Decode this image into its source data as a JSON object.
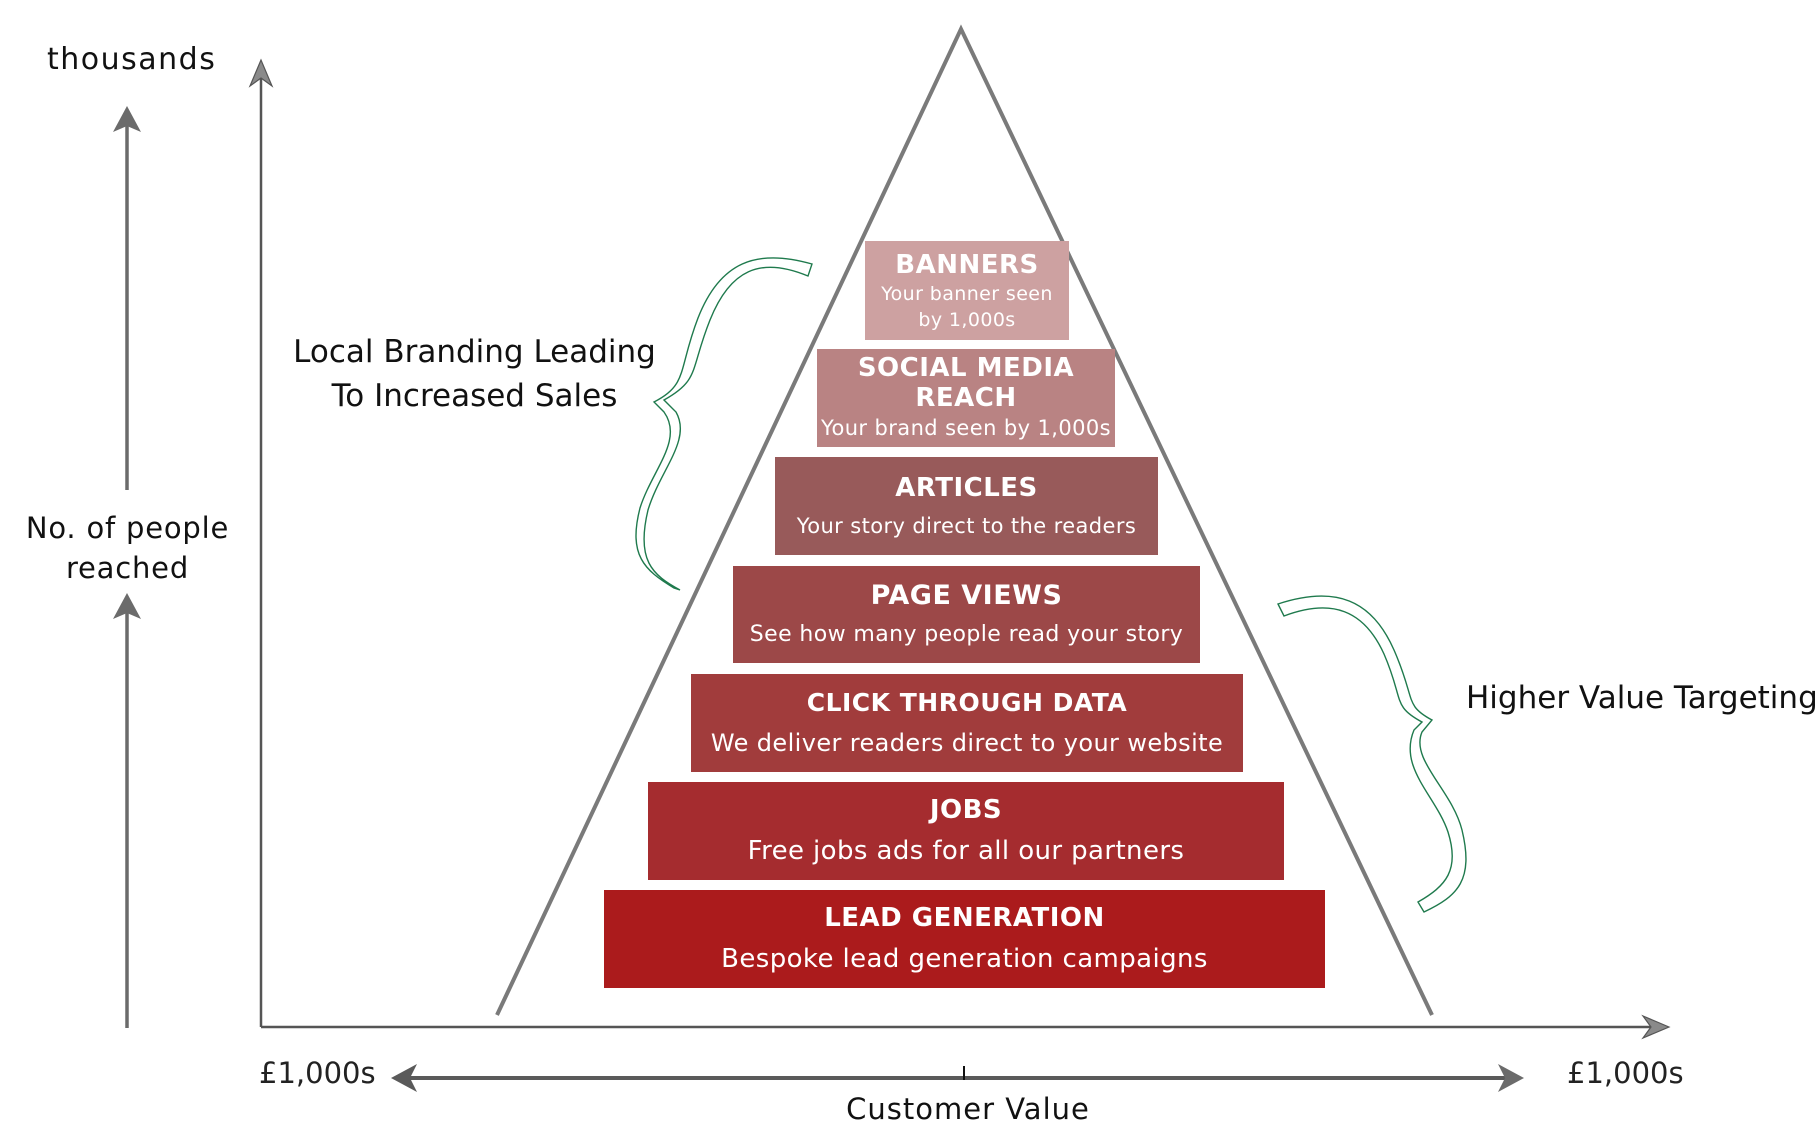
{
  "y_axis": {
    "top_label": "thousands",
    "side_label_line1": "No. of people",
    "side_label_line2": "reached"
  },
  "x_axis": {
    "left_label": "£1,000s",
    "right_label": "£1,000s",
    "title": "Customer Value"
  },
  "annotations": {
    "left_line1": "Local Branding Leading",
    "left_line2": "To Increased Sales",
    "right": "Higher Value Targeting",
    "brace_color": "#1f7a4d"
  },
  "pyramid": {
    "outline_color": "#7a7a7a",
    "tiers": [
      {
        "title": "BANNERS",
        "subtitle": "Your banner seen by 1,000s",
        "color": "#cda1a1"
      },
      {
        "title": "SOCIAL MEDIA REACH",
        "subtitle": "Your brand seen by 1,000s",
        "color": "#b98383"
      },
      {
        "title": "ARTICLES",
        "subtitle": "Your story direct to the readers",
        "color": "#985a5a"
      },
      {
        "title": "PAGE VIEWS",
        "subtitle": "See how many people read your story",
        "color": "#9c4848"
      },
      {
        "title": "CLICK THROUGH DATA",
        "subtitle": "We deliver readers direct to your website",
        "color": "#a13c3c"
      },
      {
        "title": "JOBS",
        "subtitle": "Free jobs ads for all our partners",
        "color": "#a52c2f"
      },
      {
        "title": "LEAD GENERATION",
        "subtitle": "Bespoke lead generation campaigns",
        "color": "#ab1b1c"
      }
    ]
  }
}
